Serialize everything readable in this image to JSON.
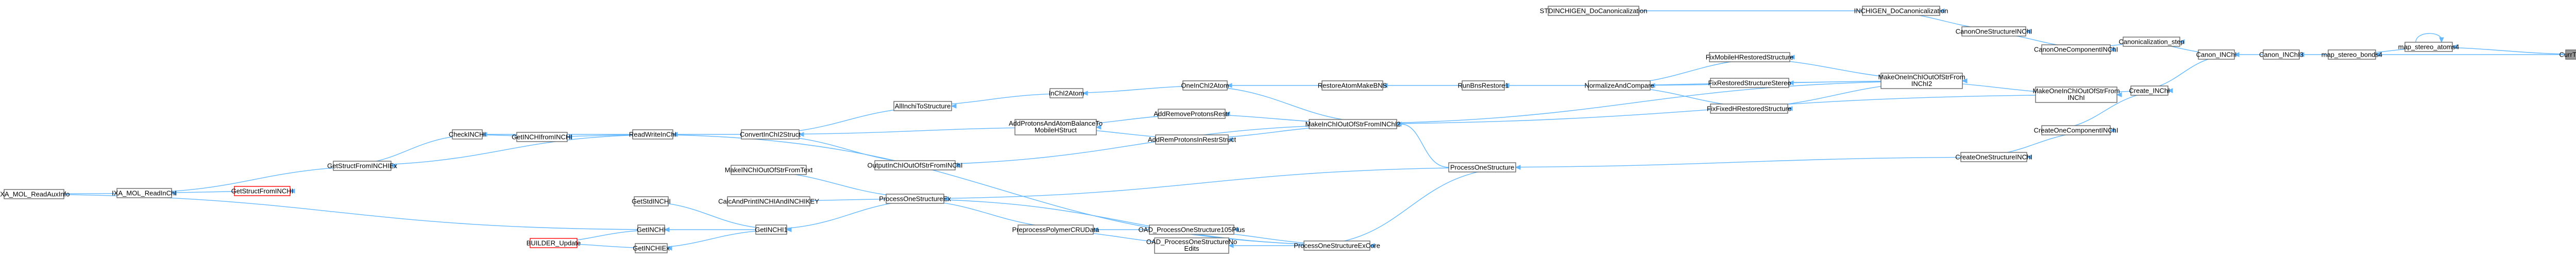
{
  "nodes": [
    {
      "id": "CurrTreeGetPos",
      "label": "CurrTreeGetPos",
      "target": true
    },
    {
      "id": "map_stereo_atoms4",
      "label": "map_stereo_atoms4"
    },
    {
      "id": "map_stereo_bonds4",
      "label": "map_stereo_bonds4"
    },
    {
      "id": "Canon_INChI3",
      "label": "Canon_INChI3"
    },
    {
      "id": "Canon_INChI",
      "label": "Canon_INChI"
    },
    {
      "id": "Canonicalization_step",
      "label": "Canonicalization_step"
    },
    {
      "id": "Create_INChI",
      "label": "Create_INChI"
    },
    {
      "id": "CanonOneComponentINChI",
      "label": "CanonOneComponentINChI"
    },
    {
      "id": "MakeOneInChIOutOfStrFromINChI",
      "label1": "MakeOneInChIOutOfStrFrom",
      "label2": "INChI"
    },
    {
      "id": "CreateOneComponentINChI",
      "label": "CreateOneComponentINChI"
    },
    {
      "id": "CanonOneStructureINChI",
      "label": "CanonOneStructureINChI"
    },
    {
      "id": "MakeOneInChIOutOfStrFromINChI2",
      "label1": "MakeOneInChIOutOfStrFrom",
      "label2": "INChI2"
    },
    {
      "id": "CreateOneStructureINChI",
      "label": "CreateOneStructureINChI"
    },
    {
      "id": "INCHIGEN_DoCanonicalization",
      "label": "INCHIGEN_DoCanonicalization"
    },
    {
      "id": "STDINCHIGEN_DoCanonicalization",
      "label": "STDINCHIGEN_DoCanonicalization"
    },
    {
      "id": "FixMobileHRestoredStructure",
      "label": "FixMobileHRestoredStructure"
    },
    {
      "id": "FixRestoredStructureStereo",
      "label": "FixRestoredStructureStereo"
    },
    {
      "id": "FixFixedHRestoredStructure",
      "label": "FixFixedHRestoredStructure"
    },
    {
      "id": "NormalizeAndCompare",
      "label": "NormalizeAndCompare"
    },
    {
      "id": "RunBnsRestore1",
      "label": "RunBnsRestore1"
    },
    {
      "id": "RestoreAtomMakeBNS",
      "label": "RestoreAtomMakeBNS"
    },
    {
      "id": "OneInChI2Atom",
      "label": "OneInChI2Atom"
    },
    {
      "id": "InChI2Atom",
      "label": "InChI2Atom"
    },
    {
      "id": "AllInchiToStructure",
      "label": "AllInchiToStructure"
    },
    {
      "id": "MakeInChIOutOfStrFromINChI2",
      "label": "MakeInChIOutOfStrFromINChI2"
    },
    {
      "id": "AddRemoveProtonsRestr",
      "label": "AddRemoveProtonsRestr"
    },
    {
      "id": "AddRemProtonsInRestrStruct",
      "label": "AddRemProtonsInRestrStruct"
    },
    {
      "id": "AddProtonsAndBalance",
      "label1": "AddProtonsAndAtomBalanceTo",
      "label2": "MobileHStruct"
    },
    {
      "id": "ProcessOneStructure",
      "label": "ProcessOneStructure"
    },
    {
      "id": "OutputInChIOutOfStrFromINChI",
      "label": "OutputInChIOutOfStrFromINChI"
    },
    {
      "id": "ConvertInChI2Struct",
      "label": "ConvertInChI2Struct"
    },
    {
      "id": "ProcessOneStructureExCore",
      "label": "ProcessOneStructureExCore"
    },
    {
      "id": "ProcessOneStructureEx",
      "label": "ProcessOneStructureEx"
    },
    {
      "id": "OAD_ProcessOneStructureNoEdits",
      "label1": "OAD_ProcessOneStructureNo",
      "label2": "Edits"
    },
    {
      "id": "OAD_ProcessOneStructure105Plus",
      "label": "OAD_ProcessOneStructure105Plus"
    },
    {
      "id": "PreprocessPolymerCRUData",
      "label": "PreprocessPolymerCRUData"
    },
    {
      "id": "MakeINChIOutOfStrFromText",
      "label": "MakeINChIOutOfStrFromText"
    },
    {
      "id": "CalcAndPrintINCHIAndINCHIKEY",
      "label": "CalcAndPrintINCHIAndINCHIKEY"
    },
    {
      "id": "GetINCHI1",
      "label": "GetINCHI1"
    },
    {
      "id": "GetStdINCHI",
      "label": "GetStdINCHI"
    },
    {
      "id": "GetINCHI",
      "label": "GetINCHI"
    },
    {
      "id": "GetINCHIEx",
      "label": "GetINCHIEx"
    },
    {
      "id": "BUILDER_Update",
      "label": "BUILDER_Update",
      "red": true
    },
    {
      "id": "ReadWriteInChI",
      "label": "ReadWriteInChI"
    },
    {
      "id": "GetINCHIfromINCHI",
      "label": "GetINCHIfromINCHI"
    },
    {
      "id": "CheckINCHI",
      "label": "CheckINCHI"
    },
    {
      "id": "GetStructFromINCHIEx",
      "label": "GetStructFromINCHIEx"
    },
    {
      "id": "GetStructFromINCHI",
      "label": "GetStructFromINCHI",
      "red": true
    },
    {
      "id": "IXA_MOL_ReadInChI",
      "label": "IXA_MOL_ReadInChI"
    },
    {
      "id": "IXA_MOL_ReadAuxInfo",
      "label": "IXA_MOL_ReadAuxInfo"
    }
  ]
}
